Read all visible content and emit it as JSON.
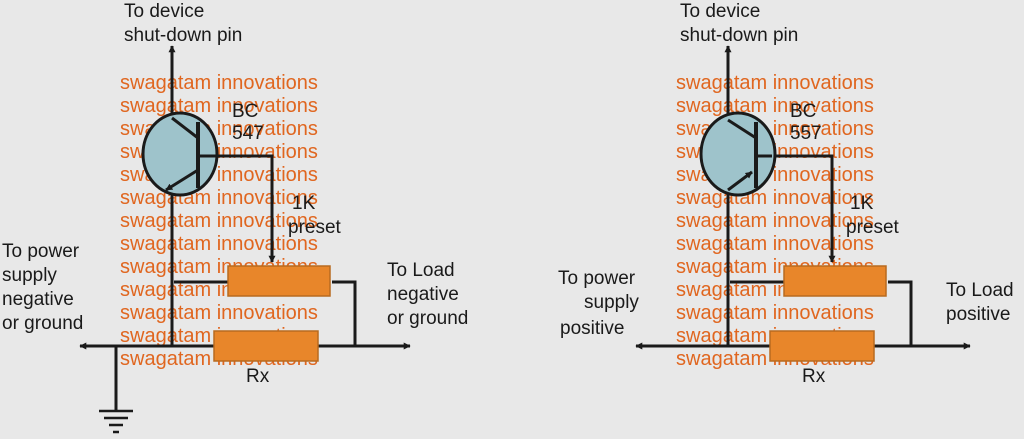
{
  "watermark": "swagatam innovations",
  "colors": {
    "background": "#e8e8e8",
    "wire": "#1a1a1a",
    "resistor": "#e8862a",
    "transistor": "#9ec3cb",
    "watermark": "#e0661f"
  },
  "left": {
    "top_line1": "To device",
    "top_line2": "shut-down pin",
    "transistor_line1": "BC",
    "transistor_line2": "547",
    "preset_line1": "1K",
    "preset_line2": "preset",
    "load_line1": "To Load",
    "load_line2": "negative",
    "load_line3": "or ground",
    "supply_line1": "To power",
    "supply_line2": "supply",
    "supply_line3": "negative",
    "supply_line4": "or ground",
    "rx": "Rx"
  },
  "right": {
    "top_line1": "To device",
    "top_line2": "shut-down pin",
    "transistor_line1": "BC",
    "transistor_line2": "557",
    "preset_line1": "1K",
    "preset_line2": "preset",
    "load_line1": "To Load",
    "load_line2": "positive",
    "supply_line1": "To power",
    "supply_line2": "supply",
    "supply_line3": "positive",
    "rx": "Rx"
  }
}
